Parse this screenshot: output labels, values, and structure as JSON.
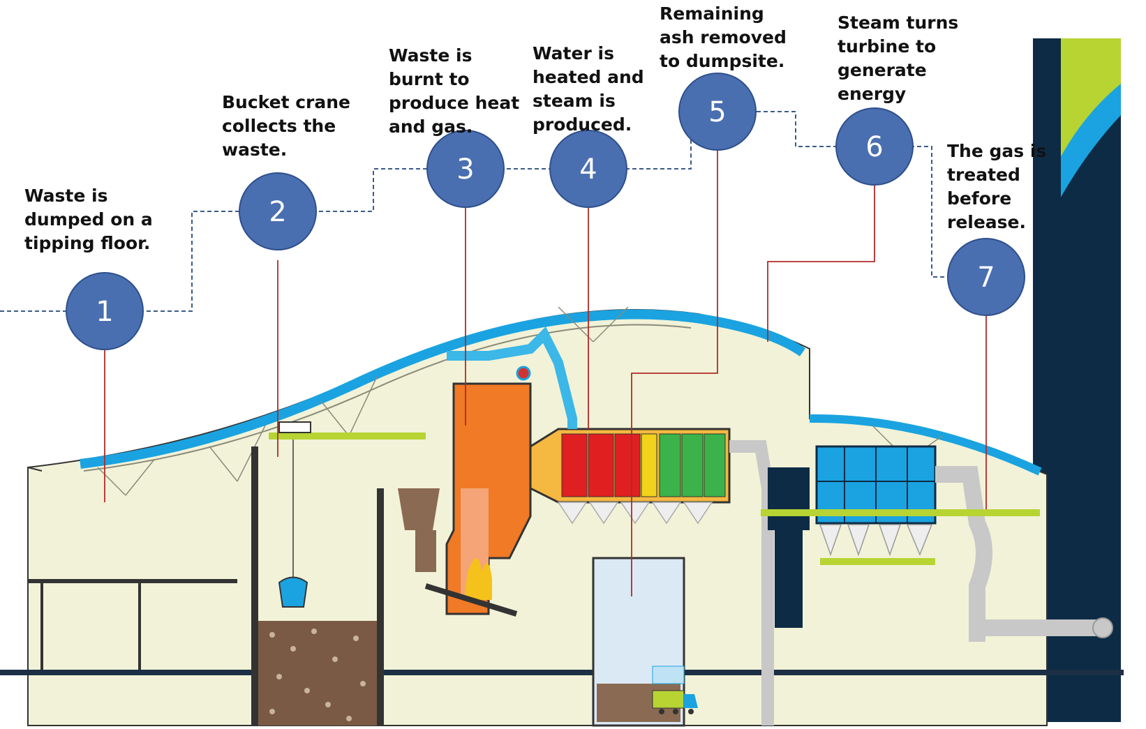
{
  "steps": [
    {
      "number": "1",
      "text": "Waste is\ndumped on a\ntipping floor."
    },
    {
      "number": "2",
      "text": "Bucket crane\ncollects the\nwaste."
    },
    {
      "number": "3",
      "text": "Waste is\nburnt to\nproduce heat\nand gas."
    },
    {
      "number": "4",
      "text": "Water is\nheated and\nsteam is\nproduced."
    },
    {
      "number": "5",
      "text": "Remaining\nash removed\nto dumpsite."
    },
    {
      "number": "6",
      "text": "Steam turns\nturbine to\ngenerate\nenergy"
    },
    {
      "number": "7",
      "text": "The gas is\ntreated\nbefore\nrelease."
    }
  ],
  "colors": {
    "circle_fill": "#4a6fb0",
    "circle_stroke": "#2e4f8c",
    "roof_blue": "#1aa3e0",
    "building_fill": "#f2f2d8",
    "boiler_orange": "#f07a25",
    "stack_navy": "#0d2b45",
    "accent_lime": "#b7d433",
    "leader_red": "#b02a2a",
    "connector_blue": "#3a5a8a",
    "pipe_blue": "#3bb7e8",
    "duct_gray": "#c8c8c8"
  }
}
